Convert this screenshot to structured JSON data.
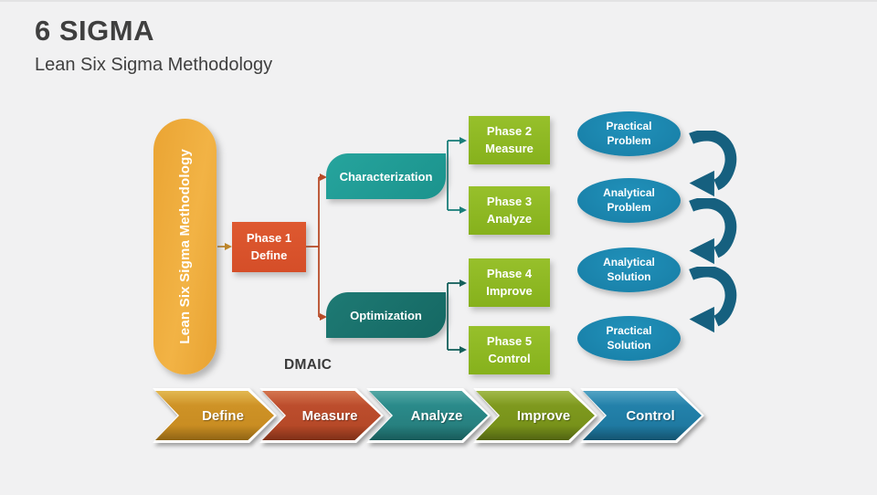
{
  "slide": {
    "title": "6 SIGMA",
    "subtitle": "Lean Six Sigma Methodology"
  },
  "diagram": {
    "pill_label": "Lean Six Sigma Methodology",
    "phase1": {
      "line1": "Phase 1",
      "line2": "Define"
    },
    "characterization_label": "Characterization",
    "optimization_label": "Optimization",
    "phases": [
      {
        "line1": "Phase 2",
        "line2": "Measure"
      },
      {
        "line1": "Phase 3",
        "line2": "Analyze"
      },
      {
        "line1": "Phase 4",
        "line2": "Improve"
      },
      {
        "line1": "Phase 5",
        "line2": "Control"
      }
    ],
    "flow": [
      {
        "line1": "Practical",
        "line2": "Problem"
      },
      {
        "line1": "Analytical",
        "line2": "Problem"
      },
      {
        "line1": "Analytical",
        "line2": "Solution"
      },
      {
        "line1": "Practical",
        "line2": "Solution"
      }
    ],
    "dmaic_label": "DMAIC"
  },
  "process_arrows": [
    {
      "label": "Define",
      "color": "#CE9226"
    },
    {
      "label": "Measure",
      "color": "#BC4D2D"
    },
    {
      "label": "Analyze",
      "color": "#2A8A8A"
    },
    {
      "label": "Improve",
      "color": "#7E991E"
    },
    {
      "label": "Control",
      "color": "#2381AA"
    }
  ],
  "colors": {
    "background": "#F1F1F2",
    "title_text": "#3F3F3F",
    "pill_orange": "#EFAC3C",
    "phase1_red": "#D6502A",
    "characterization_teal": "#1F9C97",
    "optimization_dark_teal": "#17706A",
    "phase_box_green": "#8CB822",
    "ellipse_blue": "#1A87AF",
    "curved_arrow_blue": "#16607F",
    "connector_orange": "#BE872B",
    "connector_red": "#B94B27",
    "connector_teal": "#1A7E7A",
    "connector_dark_teal": "#14605B"
  }
}
